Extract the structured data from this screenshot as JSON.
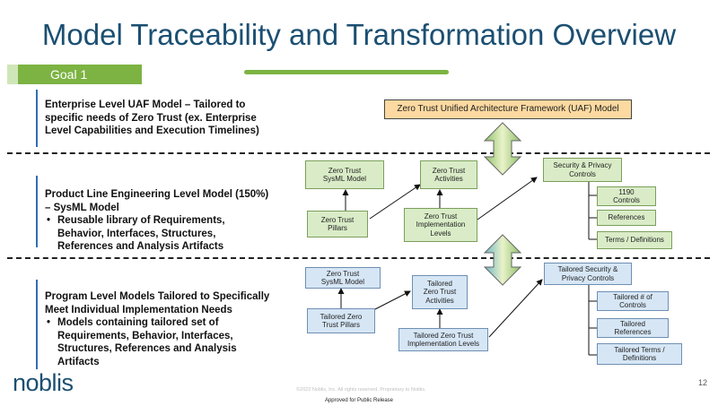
{
  "title": "Model Traceability and Transformation Overview",
  "goal_label": "Goal 1",
  "sections": {
    "enterprise": {
      "lines": [
        "Enterprise Level UAF Model – Tailored to",
        "specific needs of Zero Trust (ex. Enterprise",
        "Level Capabilities and Execution Timelines)"
      ]
    },
    "product_line": {
      "lines": [
        "Product Line Engineering Level Model (150%)",
        "– SysML Model"
      ],
      "bullets": [
        "Reusable library of Requirements,",
        "Behavior, Interfaces, Structures,",
        "References and Analysis Artifacts"
      ]
    },
    "program": {
      "lines": [
        "Program Level Models Tailored to Specifically",
        "Meet Individual Implementation Needs"
      ],
      "bullets": [
        "Models containing tailored set of",
        "Requirements, Behavior, Interfaces,",
        "Structures, References and Analysis",
        "Artifacts"
      ]
    }
  },
  "diagram": {
    "uaf_model": "Zero Trust Unified Architecture Framework (UAF) Model",
    "pl": {
      "sysml": [
        "Zero Trust",
        "SysML Model"
      ],
      "activities": [
        "Zero Trust",
        "Activities"
      ],
      "pillars": [
        "Zero Trust",
        "Pillars"
      ],
      "implementation": [
        "Zero Trust",
        "Implementation",
        "Levels"
      ],
      "security": [
        "Security & Privacy",
        "Controls"
      ],
      "controls": [
        "1190",
        "Controls"
      ],
      "references": "References",
      "terms": "Terms / Definitions"
    },
    "prog": {
      "sysml": [
        "Zero Trust",
        "SysML Model"
      ],
      "activities": [
        "Tailored",
        "Zero Trust",
        "Activities"
      ],
      "pillars": [
        "Tailored Zero",
        "Trust Pillars"
      ],
      "implementation": [
        "Tailored Zero Trust",
        "Implementation Levels"
      ],
      "security": [
        "Tailored Security &",
        "Privacy Controls"
      ],
      "controls": [
        "Tailored # of",
        "Controls"
      ],
      "references": [
        "Tailored",
        "References"
      ],
      "terms": [
        "Tailored Terms /",
        "Definitions"
      ]
    }
  },
  "footer": {
    "logo": "noblis",
    "copyright": "©2022 Noblis, Inc. All rights reserved. Proprietary to Noblis.",
    "release": "Approved for Public Release",
    "page": "12"
  },
  "colors": {
    "title": "#1b4f72",
    "accent_green": "#7cb342",
    "box_green": "#d9ecc7",
    "box_blue": "#d6e6f5",
    "box_orange": "#fcd9a0",
    "bracket_blue": "#2e6fb7"
  }
}
